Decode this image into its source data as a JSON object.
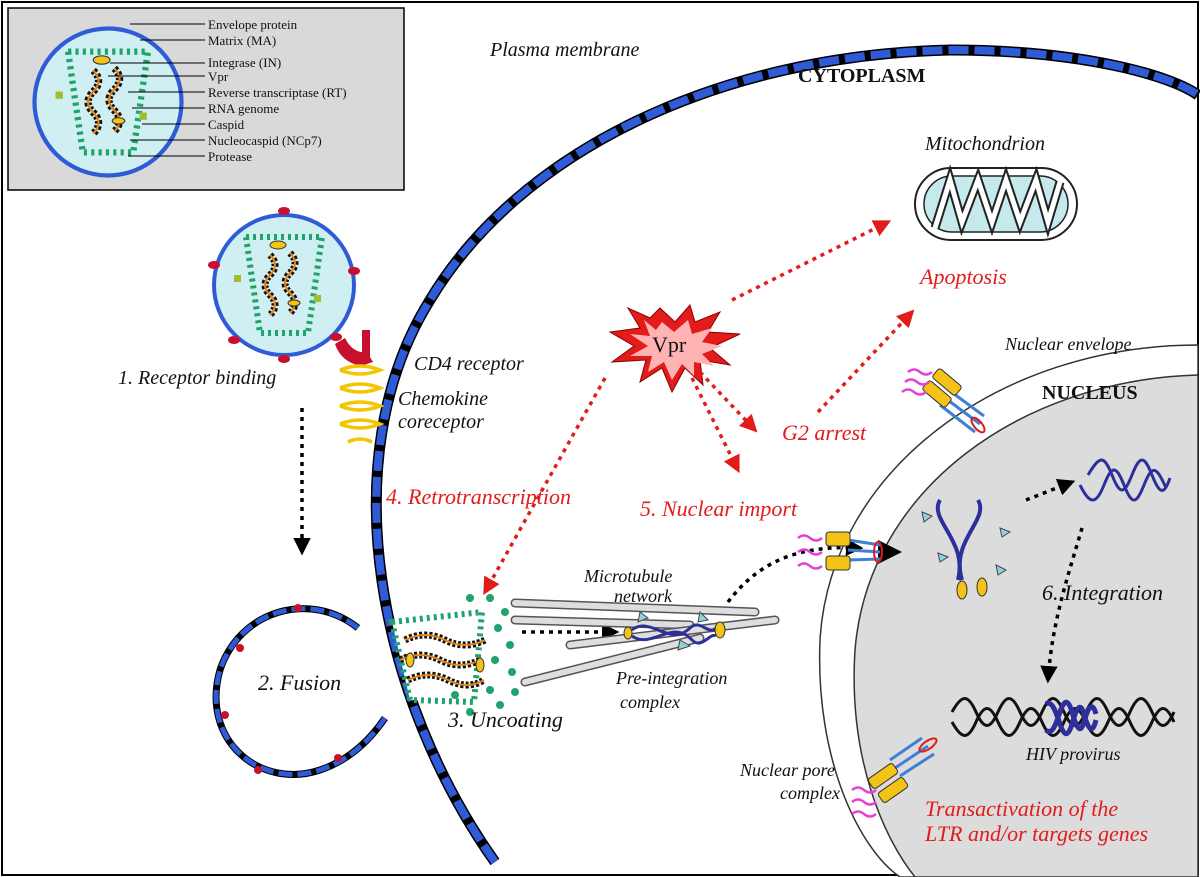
{
  "legend": {
    "items": [
      "Envelope protein",
      "Matrix (MA)",
      "Integrase (IN)",
      "Vpr",
      "Reverse transcriptase (RT)",
      "RNA genome",
      "Caspid",
      "Nucleocaspid (NCp7)",
      "Protease"
    ]
  },
  "labels": {
    "plasma_membrane": "Plasma  membrane",
    "cytoplasm": "CYTOPLASM",
    "mitochondrion": "Mitochondrion",
    "apoptosis": "Apoptosis",
    "nuclear_envelope": "Nuclear envelope",
    "nucleus": "NUCLEUS",
    "vpr": "Vpr",
    "g2_arrest": "G2 arrest",
    "cd4_receptor": "CD4 receptor",
    "chemokine_line1": "Chemokine",
    "chemokine_line2": "coreceptor",
    "receptor_binding": "1. Receptor binding",
    "fusion": "2. Fusion",
    "uncoating": "3. Uncoating",
    "retrotranscription": "4. Retrotranscription",
    "nuclear_import": "5. Nuclear import",
    "integration": "6. Integration",
    "microtubule_line1": "Microtubule",
    "microtubule_line2": "network",
    "pic_line1": "Pre-integration",
    "pic_line2": "complex",
    "hiv_provirus": "HIV provirus",
    "npc_line1": "Nuclear pore",
    "npc_line2": "complex",
    "transact_line1": "Transactivation of the",
    "transact_line2": "LTR and/or targets genes"
  },
  "colors": {
    "membrane": "#2f5bd6",
    "red_text": "#e21b1b",
    "nucleus_fill": "#dcdcdc",
    "legend_fill": "#d9d9d9",
    "virion_fill": "#cfeff2",
    "capsid": "#1fa36b",
    "rna": "#e8841a",
    "cd4": "#c8102e",
    "coreceptor": "#f2c500",
    "pore_yellow": "#f3c318",
    "pore_magenta": "#e63fd8",
    "mito_fill": "#c5e9ec",
    "dna": "#2d2f9a"
  }
}
